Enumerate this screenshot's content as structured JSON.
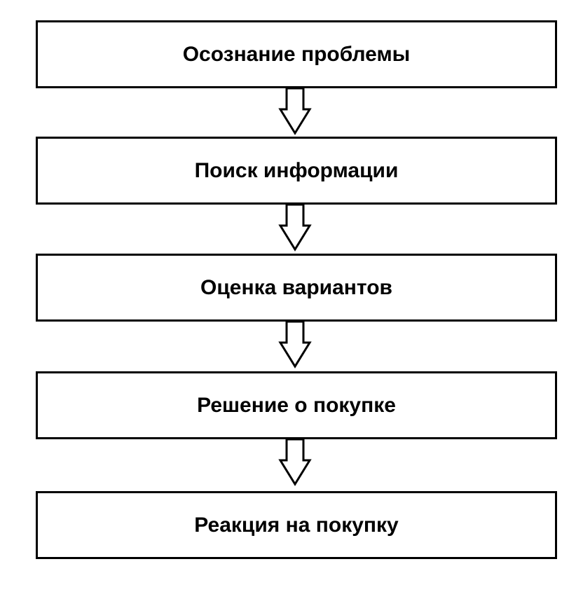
{
  "diagram": {
    "steps": [
      {
        "label": "Осознание проблемы"
      },
      {
        "label": "Поиск информации"
      },
      {
        "label": "Оценка вариантов"
      },
      {
        "label": "Решение о покупке"
      },
      {
        "label": "Реакция на покупку"
      }
    ],
    "colors": {
      "stroke": "#000000",
      "fill": "#ffffff",
      "text": "#000000"
    },
    "arrow_icon": "hollow-down-arrow-icon"
  }
}
